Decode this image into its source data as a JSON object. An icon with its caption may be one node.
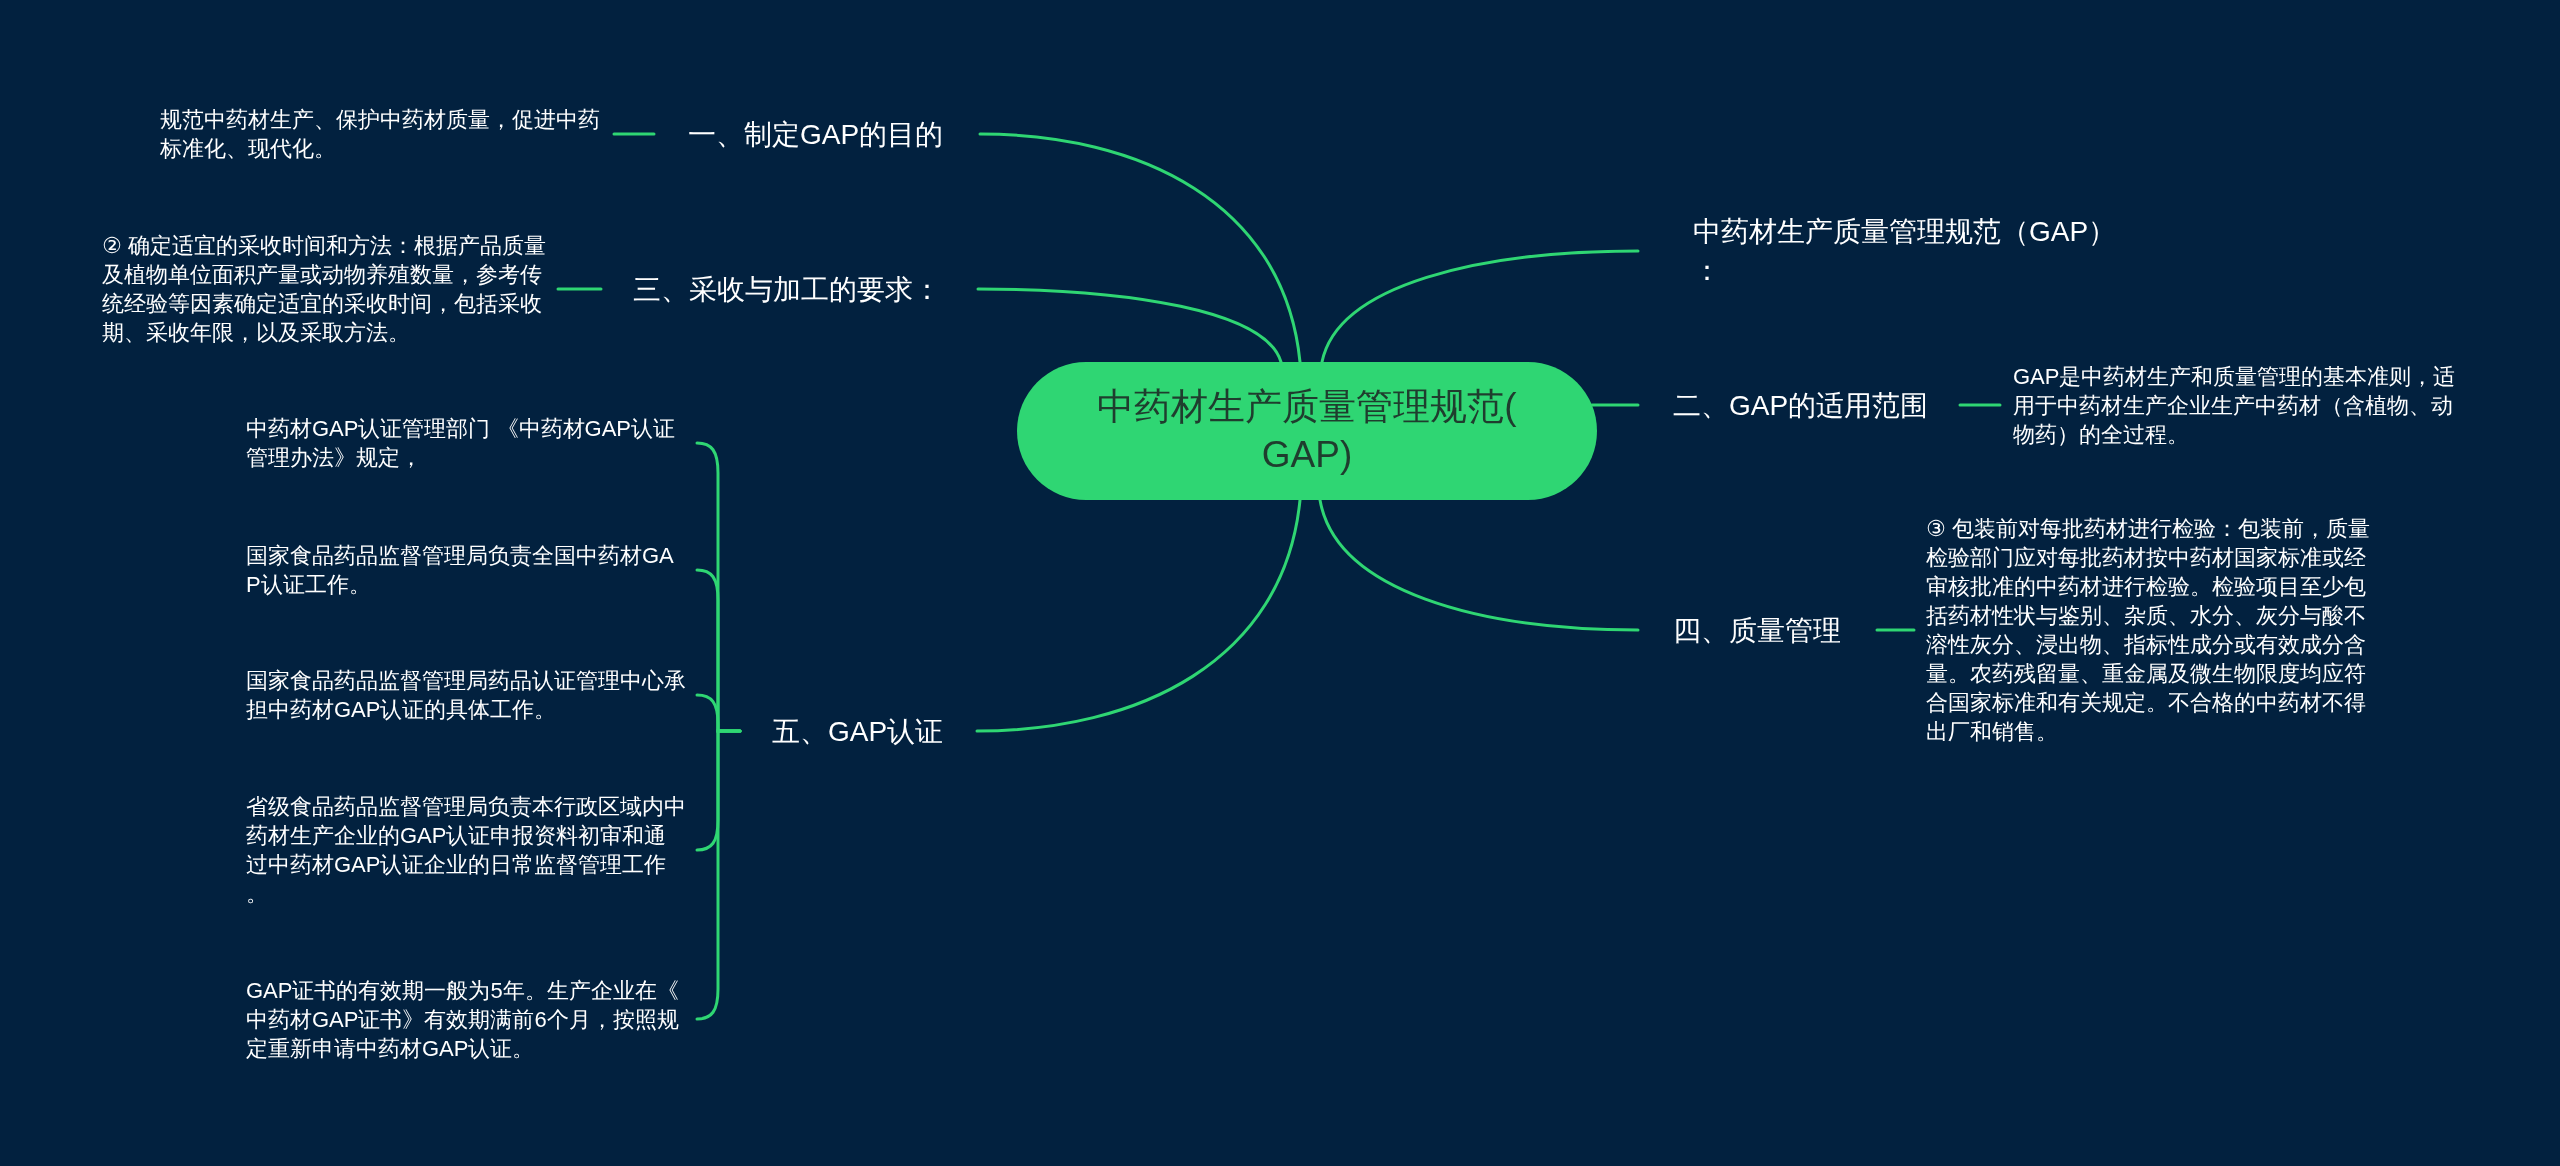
{
  "diagram": {
    "nodes": [
      {
        "text": [
          "中药材生产质量管理规范(GAP)"
        ]
      },
      {
        "text": [
          "一、制定GAP的目的"
        ]
      },
      {
        "text": [
          "规范中药材生产、保护中药材质量，促进中药标准化、现代化。"
        ]
      },
      {
        "text": [
          "三、采收与加工的要求："
        ]
      },
      {
        "text": [
          "② 确定适宜的采收时间和方法：根据产品质量及植物单位面积产量或动物养殖数量，参考传统经验等因素确定适宜的采收时间，包括采收期、采收年限，以及采取方法。"
        ]
      },
      {
        "text": [
          "五、GAP认证"
        ]
      },
      {
        "text": [
          "中药材GAP认证管理部门 《中药材GAP认证管理办法》规定，"
        ]
      },
      {
        "text": [
          "国家食品药品监督管理局负责全国中药材GAP认证工作。"
        ]
      },
      {
        "text": [
          "国家食品药品监督管理局药品认证管理中心承担中药材GAP认证的具体工作。"
        ]
      },
      {
        "text": [
          "省级食品药品监督管理局负责本行政区域内中药材生产企业的GAP认证申报资料初审和通过中药材GAP认证企业的日常监督管理工作。"
        ]
      },
      {
        "text": [
          "GAP证书的有效期一般为5年。生产企业在《中药材GAP证书》有效期满前6个月，按照规定重新申请中药材GAP认证。"
        ]
      },
      {
        "text": [
          "中药材生产质量管理规范（GAP）："
        ]
      },
      {
        "text": [
          "二、GAP的适用范围"
        ]
      },
      {
        "text": [
          "GAP是中药材生产和质量管理的基本准则，适用于中药材生产企业生产中药材（含植物、动物药）的全过程。"
        ]
      },
      {
        "text": [
          "四、质量管理"
        ]
      },
      {
        "text": [
          "③ 包装前对每批药材进行检验：包装前，质量检验部门应对每批药材按中药材国家标准或经审核批准的中药材进行检验。检验项目至少包括药材性状与鉴别、杂质、水分、灰分与酸不溶性灰分、浸出物、指标性成分或有效成分含量。农药残留量、重金属及微生物限度均应符合国家标准和有关规定。不合格的中药材不得出厂和销售。"
        ]
      }
    ],
    "edges": [
      {
        "from": 0,
        "to": 1,
        "arrow": "none"
      },
      {
        "from": 1,
        "to": 2,
        "arrow": "none"
      },
      {
        "from": 0,
        "to": 3,
        "arrow": "none"
      },
      {
        "from": 3,
        "to": 4,
        "arrow": "none"
      },
      {
        "from": 0,
        "to": 5,
        "arrow": "none"
      },
      {
        "from": 5,
        "to": 6,
        "arrow": "none"
      },
      {
        "from": 5,
        "to": 7,
        "arrow": "none"
      },
      {
        "from": 5,
        "to": 8,
        "arrow": "none"
      },
      {
        "from": 5,
        "to": 9,
        "arrow": "none"
      },
      {
        "from": 5,
        "to": 10,
        "arrow": "none"
      },
      {
        "from": 0,
        "to": 11,
        "arrow": "none"
      },
      {
        "from": 0,
        "to": 12,
        "arrow": "none"
      },
      {
        "from": 12,
        "to": 13,
        "arrow": "none"
      },
      {
        "from": 0,
        "to": 14,
        "arrow": "none"
      },
      {
        "from": 14,
        "to": 15,
        "arrow": "none"
      }
    ]
  }
}
